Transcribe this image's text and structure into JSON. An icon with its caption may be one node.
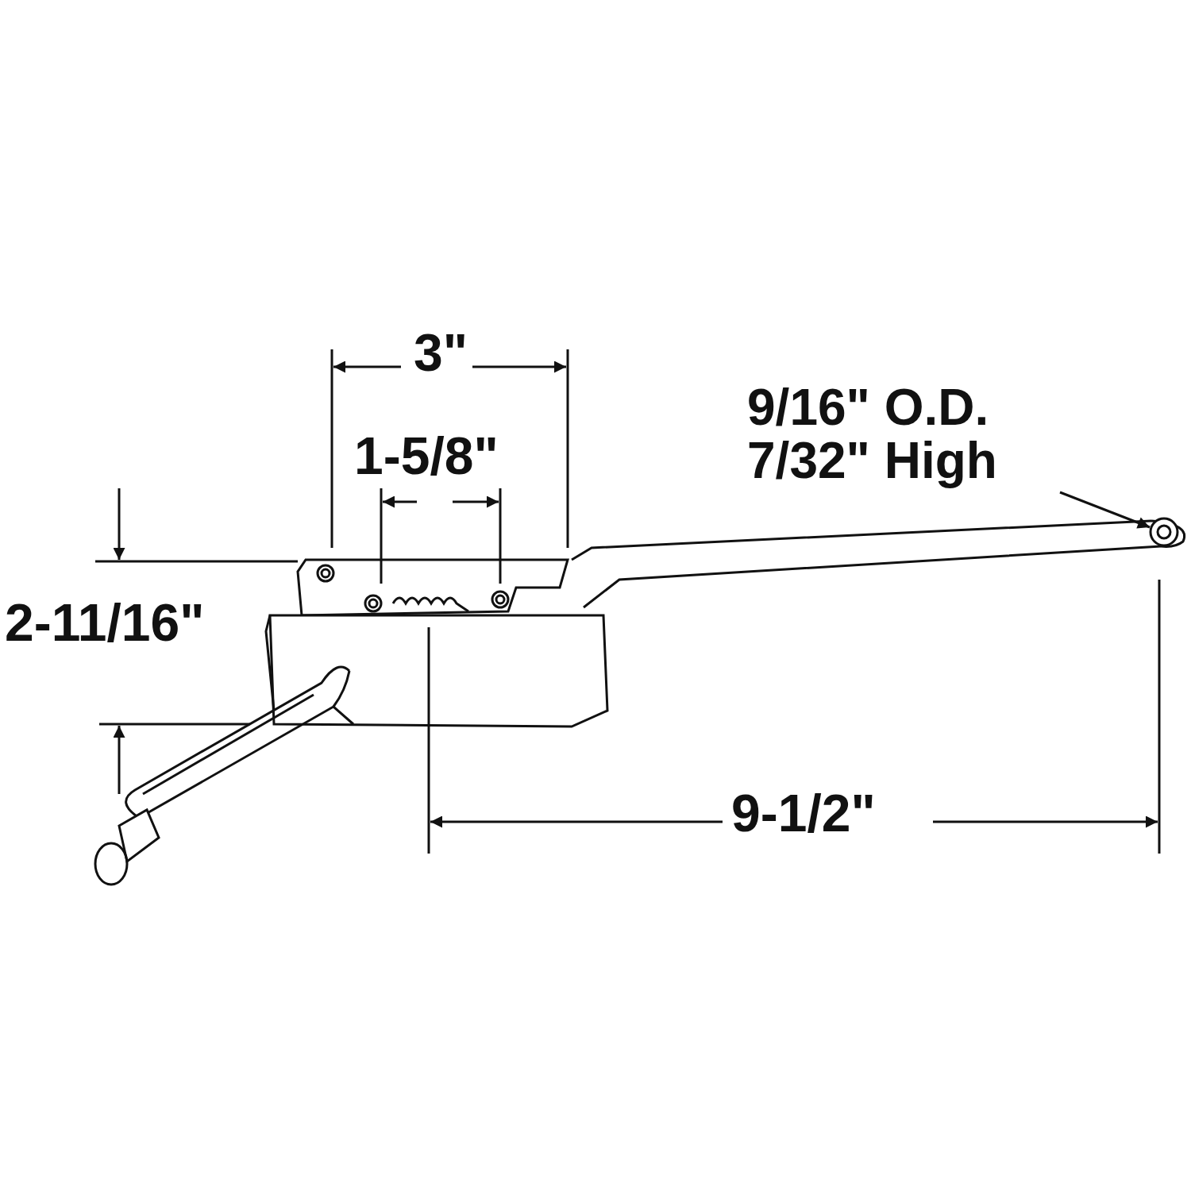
{
  "diagram": {
    "nodes": [
      {
        "text": [
          "9/16\" O.D. 7/32\" High"
        ]
      },
      {
        "text": [],
        "shape": "picture"
      }
    ],
    "edges": [
      {
        "from": 0,
        "to": 1,
        "arrow": "to"
      }
    ],
    "labels": [
      "3\"",
      "1-5/8\"",
      "2-11/16\"",
      "9-1/2\""
    ]
  }
}
